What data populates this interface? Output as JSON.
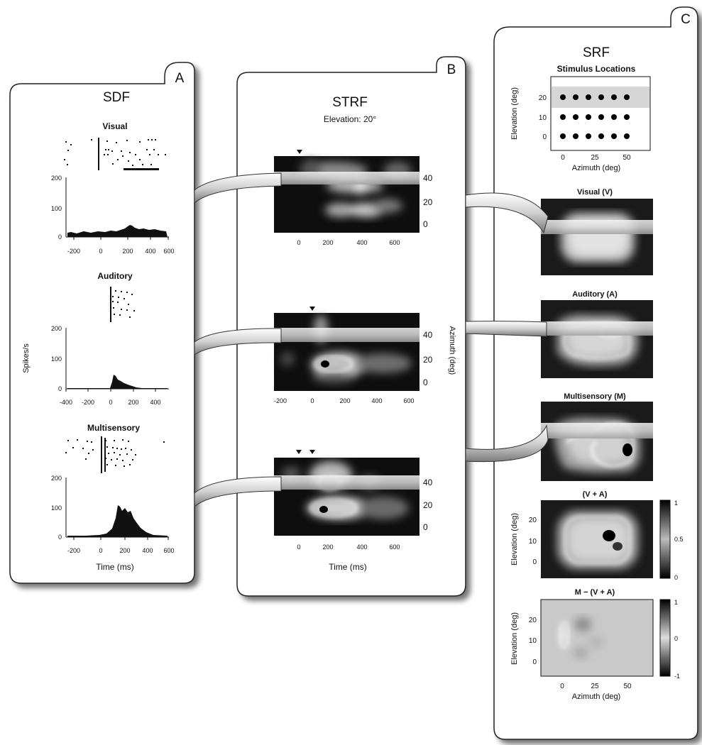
{
  "panels": {
    "A": {
      "tag": "A",
      "title": "SDF",
      "ylabel": "Spikes/s",
      "xlabel": "Time (ms)",
      "plots": [
        {
          "title": "Visual",
          "yticks": [
            "200",
            "100",
            "0"
          ],
          "xticks": [
            "-200",
            "0",
            "200",
            "400",
            "600"
          ]
        },
        {
          "title": "Auditory",
          "yticks": [
            "200",
            "100",
            "0"
          ],
          "xticks": [
            "-400",
            "-200",
            "0",
            "200",
            "400"
          ]
        },
        {
          "title": "Multisensory",
          "yticks": [
            "200",
            "100",
            "0"
          ],
          "xticks": [
            "-200",
            "0",
            "200",
            "400",
            "600"
          ]
        }
      ]
    },
    "B": {
      "tag": "B",
      "title": "STRF",
      "subtitle": "Elevation: 20°",
      "ylabel": "Azimuth (deg)",
      "xlabel": "Time (ms)",
      "plots": [
        {
          "yticks": [
            "40",
            "20",
            "0"
          ],
          "xticks": [
            "0",
            "200",
            "400",
            "600"
          ]
        },
        {
          "yticks": [
            "40",
            "20",
            "0"
          ],
          "xticks": [
            "-200",
            "0",
            "200",
            "400",
            "600"
          ]
        },
        {
          "yticks": [
            "40",
            "20",
            "0"
          ],
          "xticks": [
            "0",
            "200",
            "400",
            "600"
          ]
        }
      ]
    },
    "C": {
      "tag": "C",
      "title": "SRF",
      "stim": {
        "title": "Stimulus Locations",
        "ylabel": "Elevation (deg)",
        "xlabel": "Azimuth (deg)",
        "yticks": [
          "20",
          "10",
          "0"
        ],
        "xticks": [
          "0",
          "25",
          "50"
        ]
      },
      "maps": [
        {
          "title": "Visual (V)"
        },
        {
          "title": "Auditory (A)"
        },
        {
          "title": "Multisensory (M)"
        }
      ],
      "sum": {
        "title": "(V + A)",
        "ylabel": "Elevation (deg)",
        "yticks": [
          "20",
          "10",
          "0"
        ],
        "cbar": [
          "1",
          "0.5",
          "0"
        ]
      },
      "diff": {
        "title": "M − (V + A)",
        "ylabel": "Elevation (deg)",
        "xlabel": "Azimuth (deg)",
        "yticks": [
          "20",
          "10",
          "0"
        ],
        "xticks": [
          "0",
          "25",
          "50"
        ],
        "cbar": [
          "1",
          "0",
          "-1"
        ]
      }
    }
  }
}
